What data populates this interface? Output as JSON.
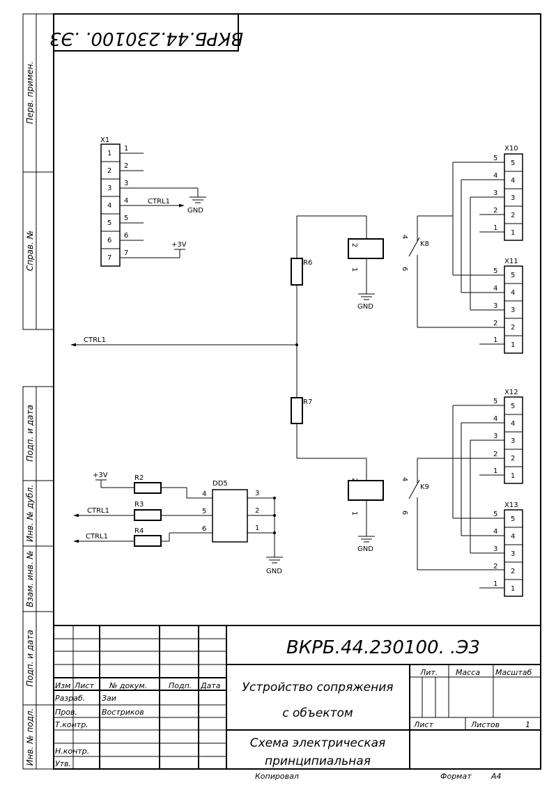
{
  "stamp": {
    "code_top": "ВКРБ.44.230100. .Э3",
    "code_main": "ВКРБ.44.230100. .Э3",
    "product_line1": "Устройство сопряжения",
    "product_line2": "с объектом",
    "doc_line1": "Схема электрическая",
    "doc_line2": "принципиальная",
    "col_izm": "Изм",
    "col_list": "Лист",
    "col_doc": "№ докум.",
    "col_podp": "Подп.",
    "col_data": "Дата",
    "role_razrab": "Разраб.",
    "role_prov": "Пров.",
    "role_tkontr": "Т.контр.",
    "role_nkontr": "Н.контр.",
    "role_utv": "Утв.",
    "name_razrab": "Заи",
    "name_prov": "Востриков",
    "lit": "Лит.",
    "massa": "Масса",
    "masshtab": "Масштаб",
    "list": "Лист",
    "listov": "Листов",
    "listov_value": "1",
    "kopiroval": "Копировал",
    "format": "Формат",
    "format_value": "A4"
  },
  "sidebar": {
    "perv_primen": "Перв. примен.",
    "sprav_no": "Справ. №",
    "podp_data_1": "Подп. и дата",
    "inv_dubl": "Инв. № дубл.",
    "vzam_inv": "Взам. инв. №",
    "podp_data_2": "Подп. и дата",
    "inv_podl": "Инв. № подл."
  },
  "schematic": {
    "x1": {
      "name": "X1",
      "pins": [
        "1",
        "2",
        "3",
        "4",
        "5",
        "6",
        "7"
      ]
    },
    "net_ctrl1": "CTRL1",
    "net_gnd": "GND",
    "net_3v": "+3V",
    "r6": "R6",
    "r7": "R7",
    "r2": "R2",
    "r3": "R3",
    "r4": "R4",
    "dd5": "DD5",
    "dd5_in_pins": [
      "4",
      "5",
      "6"
    ],
    "dd5_out_pins": [
      "3",
      "2",
      "1"
    ],
    "coil_pins": [
      "2",
      "1"
    ],
    "k8": "K8",
    "k9": "K9",
    "relay_contact_pins": [
      "4",
      "6"
    ],
    "connectors": [
      {
        "name": "X10",
        "pins": [
          "5",
          "4",
          "3",
          "2",
          "1"
        ]
      },
      {
        "name": "X11",
        "pins": [
          "5",
          "4",
          "3",
          "2",
          "1"
        ]
      },
      {
        "name": "X12",
        "pins": [
          "5",
          "4",
          "3",
          "2",
          "1"
        ]
      },
      {
        "name": "X13",
        "pins": [
          "5",
          "4",
          "3",
          "2",
          "1"
        ]
      }
    ]
  }
}
